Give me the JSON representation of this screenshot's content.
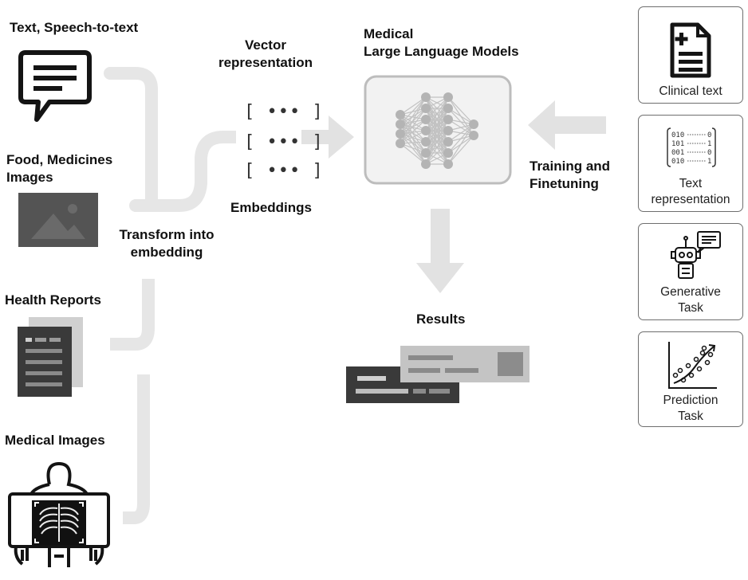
{
  "inputs": {
    "text": "Text, Speech-to-text",
    "food": "Food, Medicines\nImages",
    "reports": "Health Reports",
    "medical": "Medical Images"
  },
  "middle": {
    "vector": "Vector\nrepresentation",
    "transform": "Transform into\nembedding",
    "embeddings": "Embeddings",
    "vector_symbol": "[ ••• ]"
  },
  "model": {
    "title": "Medical\nLarge Language Models",
    "training": "Training and\nFinetuning",
    "results": "Results"
  },
  "cards": [
    {
      "label": "Clinical text",
      "icon": "document-icon"
    },
    {
      "label": "Text\nrepresentation",
      "icon": "binary-matrix-icon"
    },
    {
      "label": "Generative\nTask",
      "icon": "robot-chat-icon"
    },
    {
      "label": "Prediction\nTask",
      "icon": "scatter-plot-icon"
    }
  ],
  "colors": {
    "arrow_gray": "#e4e4e4",
    "icon_dark": "#141414",
    "card_border": "#6e6e6e"
  }
}
